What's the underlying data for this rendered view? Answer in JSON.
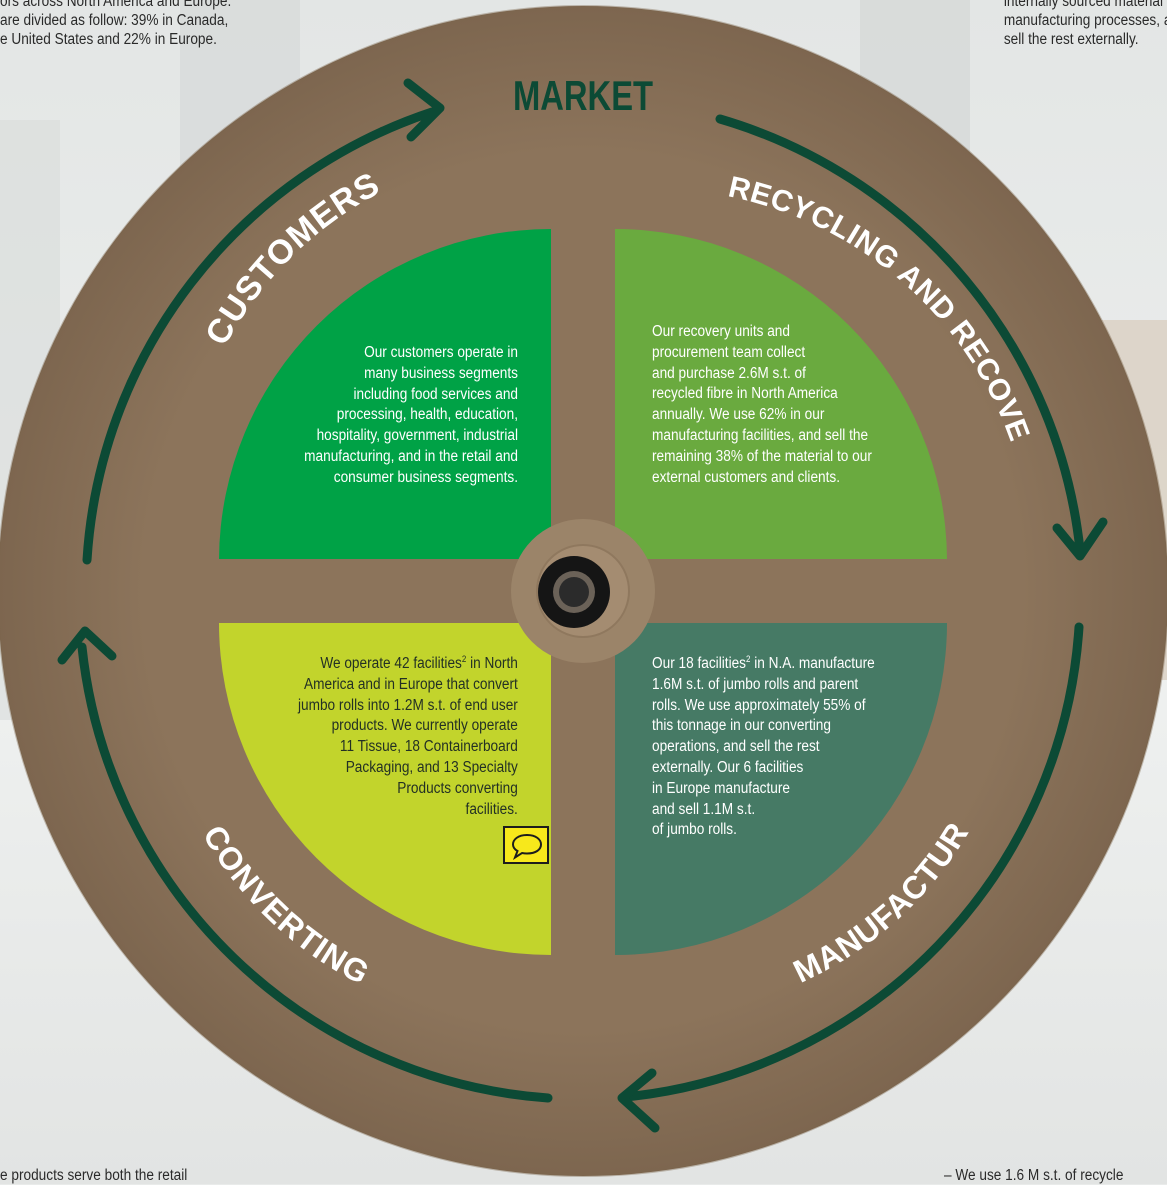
{
  "page": {
    "top_left_lines": [
      "ors across North America and Europe.",
      "are divided as follow: 39% in Canada,",
      "e United States and 22% in Europe."
    ],
    "top_right_lines": [
      "internally sourced material",
      "manufacturing processes, a",
      "sell the rest externally."
    ],
    "bottom_left_text": "e products serve both the retail",
    "bottom_right_text": "–  We use 1.6 M s.t. of recycle"
  },
  "cycle": {
    "market_label": "MARKET",
    "customers_label": "CUSTOMERS",
    "recycling_label": "RECYCLING AND RECOVERY",
    "converting_label": "CONVERTING",
    "manufacturing_label": "MANUFACTURING"
  },
  "quadrants": {
    "customers_lines": [
      "Our customers operate in",
      "many business segments",
      "including food services and",
      "processing, health, education,",
      "hospitality, government, industrial",
      "manufacturing, and in the retail and",
      "consumer business segments."
    ],
    "recycling_lines": [
      "Our recovery units and",
      "procurement team collect",
      "and purchase 2.6M s.t. of",
      "recycled fibre in North America",
      "annually. We use 62% in our",
      "manufacturing facilities, and sell the",
      "remaining 38% of the material to our",
      "external customers and clients."
    ],
    "converting": {
      "line1_a": "We operate 42 facilities",
      "line1_sup": "2",
      "line1_b": " in North",
      "rest": [
        "America and in Europe that convert",
        "jumbo rolls into 1.2M s.t. of end user",
        "products. We currently operate",
        "11 Tissue, 18 Containerboard",
        "Packaging, and 13 Specialty",
        "Products converting",
        "facilities."
      ]
    },
    "manufacturing": {
      "line1_a": "Our 18 facilities",
      "line1_sup": "2",
      "line1_b": " in N.A. manufacture",
      "rest": [
        "1.6M s.t. of jumbo rolls and parent",
        "rolls. We use approximately 55% of",
        "this tonnage in our converting",
        "operations, and sell the rest",
        "externally. Our 6 facilities",
        "in Europe manufacture",
        "and sell 1.1M s.t.",
        "of jumbo rolls."
      ]
    }
  },
  "colors": {
    "roll": "#8a7259",
    "arrow": "#0c4a35",
    "customers": "#00a246",
    "recycling": "#6aaa3f",
    "converting": "#c2d42c",
    "manufacturing": "#467a65"
  },
  "icons": {
    "annotation": "speech-bubble-icon"
  }
}
